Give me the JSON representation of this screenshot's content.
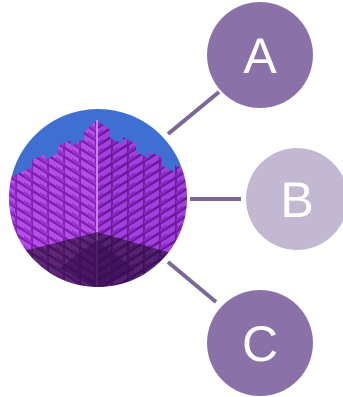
{
  "diagram": {
    "center": {
      "image": "purple-lit-castle-tower-photo",
      "colors": {
        "sky": "#3f6fd3",
        "brick_light": "#b34ee6",
        "brick_mid": "#7f1fb0",
        "brick_dark": "#3a0c55",
        "shadow": "#15091c"
      }
    },
    "nodes": [
      {
        "label": "A",
        "color": "#8a72a8"
      },
      {
        "label": "B",
        "color": "#c2b8d2"
      },
      {
        "label": "C",
        "color": "#8a72a8"
      }
    ],
    "connector_color": "#7c6597"
  }
}
